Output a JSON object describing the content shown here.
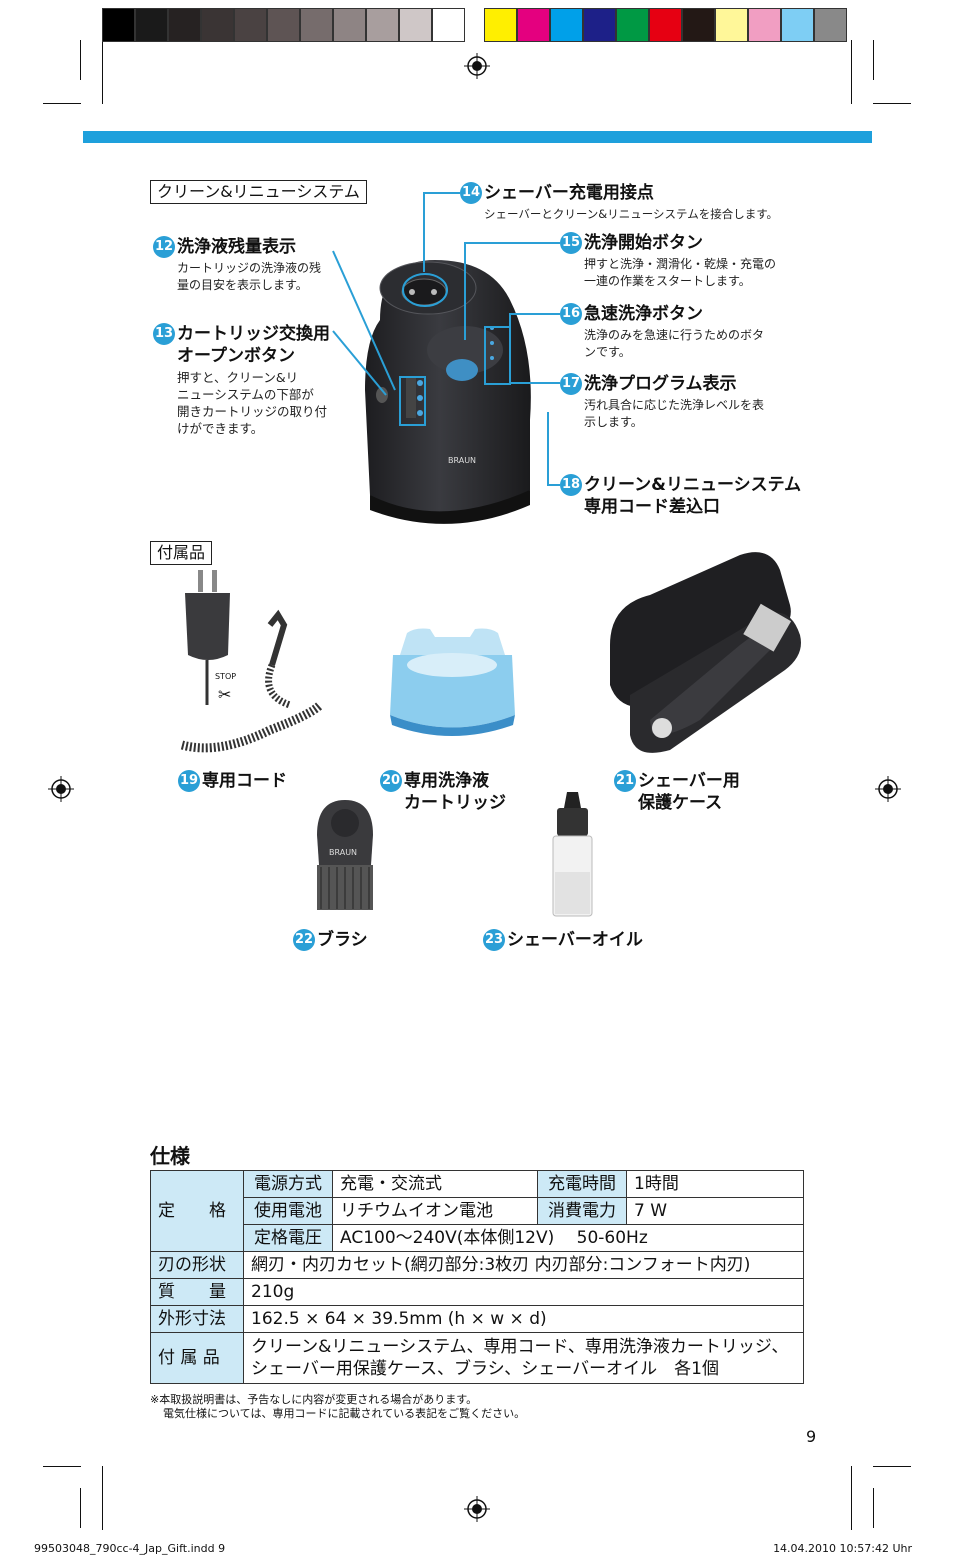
{
  "colors": {
    "accent": "#1ea0dc",
    "badge": "#2a9fd6",
    "table_header": "#cde9f6",
    "swatches_left": [
      "#000000",
      "#1a1a1a",
      "#262222",
      "#3a3434",
      "#4a4242",
      "#5e5454",
      "#766c6c",
      "#8e8484",
      "#a89e9e",
      "#cfc7c7",
      "#ffffff"
    ],
    "swatches_right": [
      "#ffef00",
      "#e4007f",
      "#00a0e9",
      "#1d2088",
      "#009944",
      "#e60012",
      "#231815",
      "#fff799",
      "#f19ec2",
      "#7ecef4",
      "#898989"
    ]
  },
  "section_labels": {
    "system": "クリーン&リニューシステム",
    "accessories": "付属品"
  },
  "features": [
    {
      "num": "12",
      "title": "洗浄液残量表示",
      "desc": [
        "カートリッジの洗浄液の残",
        "量の目安を表示します。"
      ]
    },
    {
      "num": "13",
      "title": "カートリッジ交換用",
      "title2": "オープンボタン",
      "desc": [
        "押すと、クリーン&リ",
        "ニューシステムの下部が",
        "開きカートリッジの取り付",
        "けができます。"
      ]
    },
    {
      "num": "14",
      "title": "シェーバー充電用接点",
      "desc": [
        "シェーバーとクリーン&リニューシステムを接合します。"
      ]
    },
    {
      "num": "15",
      "title": "洗浄開始ボタン",
      "desc": [
        "押すと洗浄・潤滑化・乾燥・充電の",
        "一連の作業をスタートします。"
      ]
    },
    {
      "num": "16",
      "title": "急速洗浄ボタン",
      "desc": [
        "洗浄のみを急速に行うためのボタ",
        "ンです。"
      ]
    },
    {
      "num": "17",
      "title": "洗浄プログラム表示",
      "desc": [
        "汚れ具合に応じた洗浄レベルを表",
        "示します。"
      ]
    },
    {
      "num": "18",
      "title": "クリーン&リニューシステム",
      "title2": "専用コード差込口"
    }
  ],
  "accessories": [
    {
      "num": "19",
      "label": "専用コード"
    },
    {
      "num": "20",
      "label": "専用洗浄液",
      "label2": "カートリッジ"
    },
    {
      "num": "21",
      "label": "シェーバー用",
      "label2": "保護ケース"
    },
    {
      "num": "22",
      "label": "ブラシ"
    },
    {
      "num": "23",
      "label": "シェーバーオイル"
    }
  ],
  "device_brand": "BRAUN",
  "cord_stop": "STOP",
  "spec": {
    "title": "仕様",
    "rating_label": "定　　格",
    "rows": {
      "power_label": "電源方式",
      "power_value": "充電・交流式",
      "charge_label": "充電時間",
      "charge_value": "1時間",
      "battery_label": "使用電池",
      "battery_value": "リチウムイオン電池",
      "consumption_label": "消費電力",
      "consumption_value": "7 W",
      "voltage_label": "定格電圧",
      "voltage_value": "AC100〜240V(本体側12V)　 50-60Hz",
      "blade_label": "刃の形状",
      "blade_value": "網刃・内刃カセット(網刃部分:3枚刃 内刃部分:コンフォート内刃)",
      "weight_label": "質　　量",
      "weight_value": "210g",
      "dims_label": "外形寸法",
      "dims_value": "162.5 × 64 × 39.5mm (h × w × d)",
      "acc_label": "付 属 品",
      "acc_value1": "クリーン&リニューシステム、専用コード、専用洗浄液カートリッジ、",
      "acc_value2": "シェーバー用保護ケース、ブラシ、シェーバーオイル　各1個"
    },
    "notes": [
      "※本取扱説明書は、予告なしに内容が変更される場合があります。",
      "電気仕様については、専用コードに記載されている表記をご覧ください。"
    ]
  },
  "page_number": "9",
  "footer_left": "99503048_790cc-4_Jap_Gift.indd   9",
  "footer_right": "14.04.2010   10:57:42 Uhr"
}
